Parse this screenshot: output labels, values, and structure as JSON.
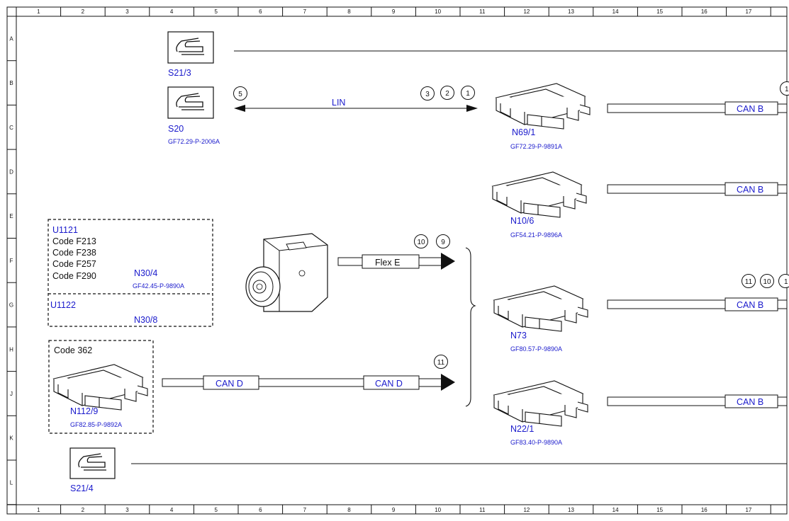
{
  "ruler": {
    "columns": [
      "1",
      "2",
      "3",
      "4",
      "5",
      "6",
      "7",
      "8",
      "9",
      "10",
      "11",
      "12",
      "13",
      "14",
      "15",
      "16",
      "17"
    ],
    "rows": [
      "A",
      "B",
      "C",
      "D",
      "E",
      "F",
      "G",
      "H",
      "J",
      "K",
      "L"
    ]
  },
  "switches": {
    "s21_3": "S21/3",
    "s20": "S20",
    "s20_ref": "GF72.29-P-2006A",
    "s21_4": "S21/4"
  },
  "lin": {
    "label": "LIN",
    "left_marker": "5",
    "right_markers": [
      "3",
      "2",
      "1"
    ]
  },
  "modules": {
    "n69_1": {
      "name": "N69/1",
      "ref": "GF72.29-P-9891A",
      "bus": "CAN B"
    },
    "n10_6": {
      "name": "N10/6",
      "ref": "GF54.21-P-9896A",
      "bus": "CAN B"
    },
    "n73": {
      "name": "N73",
      "ref": "GF80.57-P-9890A",
      "bus": "CAN B"
    },
    "n22_1": {
      "name": "N22/1",
      "ref": "GF83.40-P-9890A",
      "bus": "CAN B"
    }
  },
  "u1121": {
    "title": "U1121",
    "codes": [
      "Code F213",
      "Code F238",
      "Code F257",
      "Code F290"
    ],
    "module": "N30/4",
    "ref": "GF42.45-P-9890A"
  },
  "u1122": {
    "title": "U1122",
    "module": "N30/8"
  },
  "flex": {
    "label": "Flex E",
    "markers": [
      "10",
      "9"
    ]
  },
  "code362": {
    "title": "Code 362",
    "module": "N112/9",
    "ref": "GF82.85-P-9892A"
  },
  "cand": {
    "label1": "CAN D",
    "label2": "CAN D",
    "marker": "11"
  },
  "right_edge_markers": {
    "top": "1",
    "mid": [
      "11",
      "10",
      "1"
    ]
  }
}
